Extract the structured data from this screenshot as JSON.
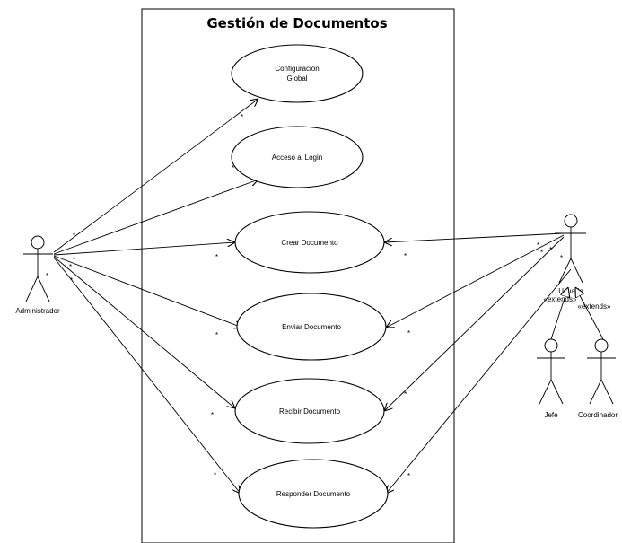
{
  "system": {
    "title": "Gestión de Documentos"
  },
  "use_cases": {
    "configuracion": [
      "Configuración",
      "Global"
    ],
    "acceso": "Acceso al Login",
    "crear": "Crear Documento",
    "enviar": "Enviar Documento",
    "recibir": "Recibir Documento",
    "responder": "Responder Documento"
  },
  "actors": {
    "administrador": "Administrador",
    "usuario": "Usuario",
    "jefe": "Jefe",
    "coordinador": "Coordinador"
  },
  "relations": {
    "extends_left": "«extends»",
    "extends_right": "«extends»"
  },
  "multiplicity": "*"
}
